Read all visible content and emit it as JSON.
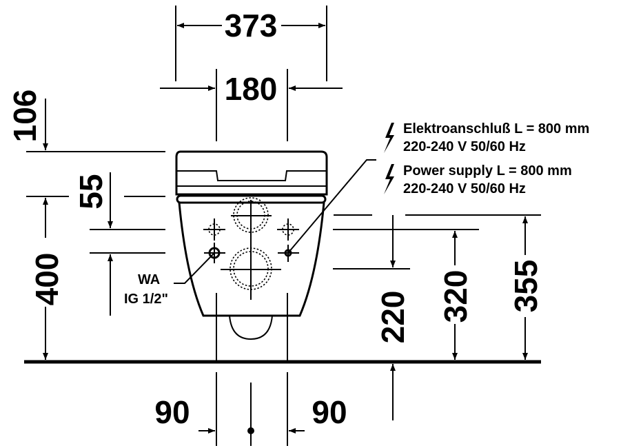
{
  "dimensions": {
    "total_width": "373",
    "bracket_width": "180",
    "lid_height": "106",
    "offset_55": "55",
    "height_400": "400",
    "height_220": "220",
    "height_320": "320",
    "height_355": "355",
    "left_90": "90",
    "right_90": "90"
  },
  "labels": {
    "water_line1": "WA",
    "water_line2": "IG 1/2\"",
    "electric_de_line1": "Elektroanschluß L = 800 mm",
    "electric_de_line2": "220-240 V  50/60 Hz",
    "electric_en_line1": "Power supply L = 800 mm",
    "electric_en_line2": "220-240 V  50/60 Hz"
  },
  "icons": [
    "lightning-icon",
    "lightning-icon"
  ]
}
